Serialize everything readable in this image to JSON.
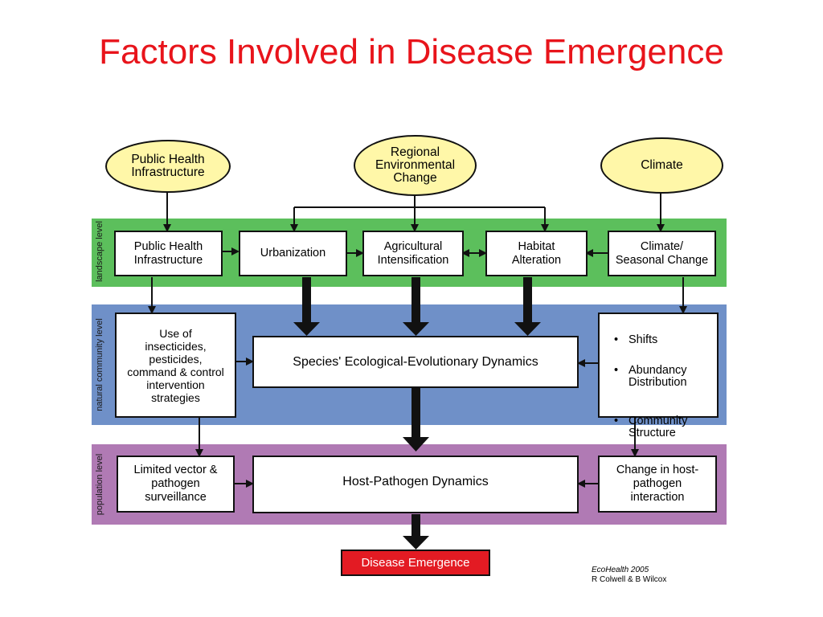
{
  "title": "Factors Involved in Disease Emergence",
  "colors": {
    "title": "#e8141b",
    "landscape_band": "#5cbf5c",
    "community_band": "#6f90c8",
    "population_band": "#b07ab4",
    "oval_fill": "#fff7a8",
    "emergence_fill": "#e31b23"
  },
  "levels": {
    "landscape": "landscape level",
    "community": "natural community level",
    "population": "population level"
  },
  "drivers": {
    "public_health": "Public Health\nInfrastructure",
    "regional": "Regional\nEnvironmental\nChange",
    "climate": "Climate"
  },
  "landscape_boxes": {
    "public_health": "Public Health\nInfrastructure",
    "urbanization": "Urbanization",
    "agricultural": "Agricultural\nIntensification",
    "habitat": "Habitat\nAlteration",
    "climate": "Climate/\nSeasonal Change"
  },
  "community_boxes": {
    "insecticides": "Use of\ninsecticides,\npesticides,\ncommand & control\nintervention\nstrategies",
    "species": "Species' Ecological-Evolutionary Dynamics",
    "bullets": [
      "Shifts",
      "Abundancy\nDistribution",
      "Community\nStructure"
    ]
  },
  "population_boxes": {
    "surveillance": "Limited vector &\npathogen\nsurveillance",
    "host_pathogen": "Host-Pathogen Dynamics",
    "change": "Change in host-\npathogen\ninteraction"
  },
  "outcome": "Disease Emergence",
  "citation": {
    "source": "EcoHealth 2005",
    "authors": "R Colwell & B Wilcox"
  }
}
